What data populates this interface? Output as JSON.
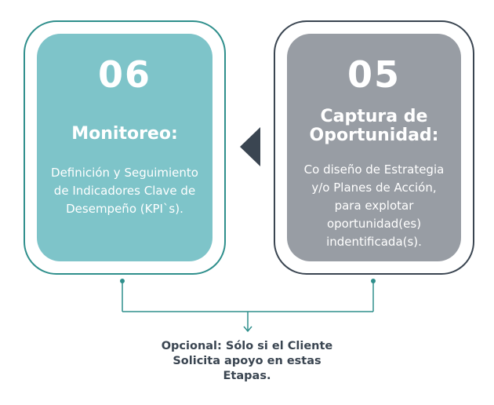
{
  "cards": [
    {
      "number": "06",
      "title_lines": [
        "Monitoreo:"
      ],
      "description_lines": [
        "Definición y Seguimiento",
        "de Indicadores Clave de",
        "Desempeño (KPI`s)."
      ],
      "fill_color": "#7ec4c9",
      "border_color": "#2f8f8c"
    },
    {
      "number": "05",
      "title_lines": [
        "Captura de",
        "Oportunidad:"
      ],
      "description_lines": [
        "Co diseño de Estrategia",
        "y/o Planes de Acción,",
        "para explotar",
        "oportunidad(es)",
        "indentificada(s)."
      ],
      "fill_color": "#989da4",
      "border_color": "#3a4551"
    }
  ],
  "arrow": {
    "icon": "triangle-left-icon",
    "color": "#3a4551"
  },
  "connector": {
    "color": "#2f8f8c",
    "icon": "arrow-down-icon"
  },
  "note_lines": [
    "Opcional: Sólo si el Cliente",
    "Solicita apoyo en estas",
    "Etapas."
  ]
}
